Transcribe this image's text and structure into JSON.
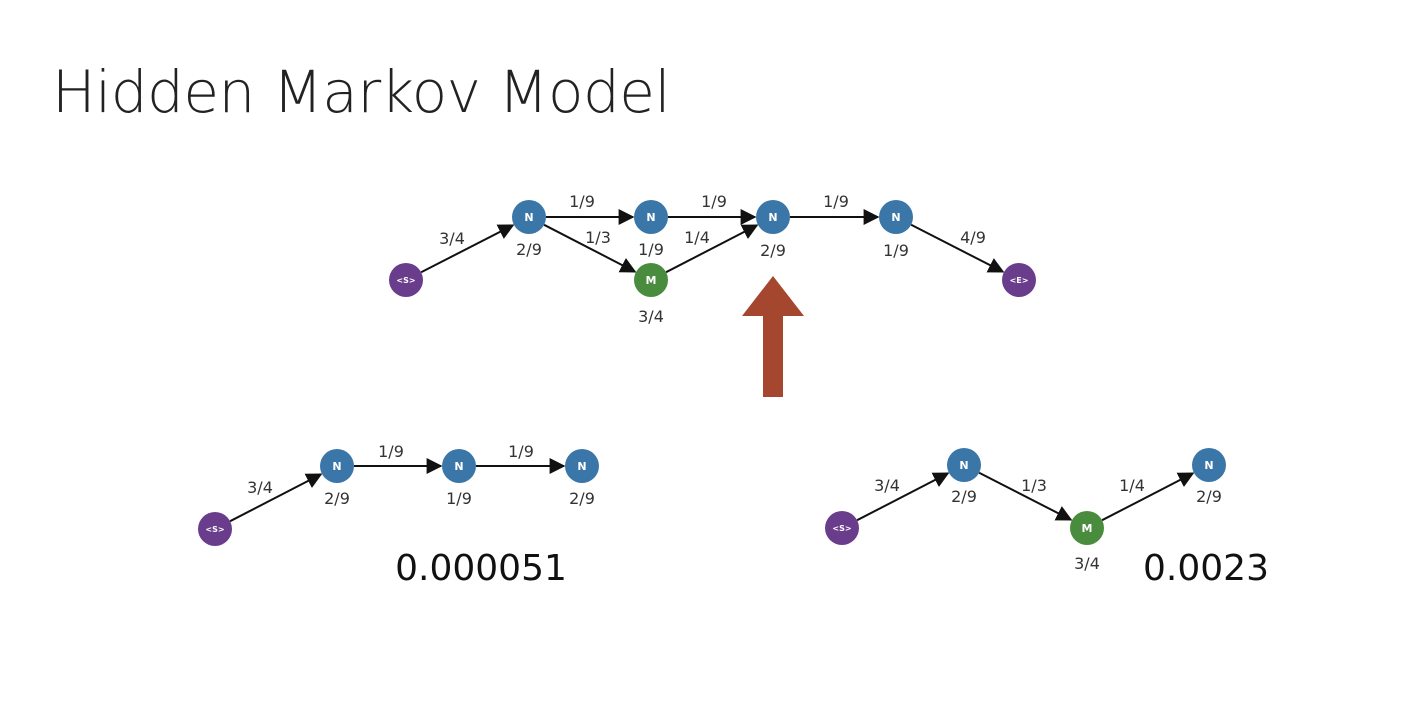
{
  "title": "Hidden Markov Model",
  "colors": {
    "N": "#3a76a8",
    "M": "#4a8c3d",
    "S": "#6a3d8c",
    "E": "#6a3d8c",
    "arrow": "#a5472e",
    "edge": "#111111"
  },
  "diagrams": [
    {
      "name": "full-trellis",
      "nodes": [
        {
          "id": "s",
          "label": "<S>"
        },
        {
          "id": "n1",
          "label": "N",
          "emit": "2/9"
        },
        {
          "id": "n2",
          "label": "N",
          "emit": "1/9"
        },
        {
          "id": "m1",
          "label": "M",
          "emit": "3/4"
        },
        {
          "id": "n3",
          "label": "N",
          "emit": "2/9"
        },
        {
          "id": "n4",
          "label": "N",
          "emit": "1/9"
        },
        {
          "id": "e",
          "label": "<E>"
        }
      ],
      "edges": [
        {
          "from": "s",
          "to": "n1",
          "label": "3/4"
        },
        {
          "from": "n1",
          "to": "n2",
          "label": "1/9"
        },
        {
          "from": "n1",
          "to": "m1",
          "label": "1/3"
        },
        {
          "from": "n2",
          "to": "n3",
          "label": "1/9"
        },
        {
          "from": "m1",
          "to": "n3",
          "label": "1/4"
        },
        {
          "from": "n3",
          "to": "n4",
          "label": "1/9"
        },
        {
          "from": "n4",
          "to": "e",
          "label": "4/9"
        }
      ]
    },
    {
      "name": "path-n-n-n",
      "nodes": [
        {
          "id": "s",
          "label": "<S>"
        },
        {
          "id": "n1",
          "label": "N",
          "emit": "2/9"
        },
        {
          "id": "n2",
          "label": "N",
          "emit": "1/9"
        },
        {
          "id": "n3",
          "label": "N",
          "emit": "2/9"
        }
      ],
      "edges": [
        {
          "from": "s",
          "to": "n1",
          "label": "3/4"
        },
        {
          "from": "n1",
          "to": "n2",
          "label": "1/9"
        },
        {
          "from": "n2",
          "to": "n3",
          "label": "1/9"
        }
      ],
      "score": "0.000051"
    },
    {
      "name": "path-n-m-n",
      "nodes": [
        {
          "id": "s",
          "label": "<S>"
        },
        {
          "id": "n1",
          "label": "N",
          "emit": "2/9"
        },
        {
          "id": "m1",
          "label": "M",
          "emit": "3/4"
        },
        {
          "id": "n2",
          "label": "N",
          "emit": "2/9"
        }
      ],
      "edges": [
        {
          "from": "s",
          "to": "n1",
          "label": "3/4"
        },
        {
          "from": "n1",
          "to": "m1",
          "label": "1/3"
        },
        {
          "from": "m1",
          "to": "n2",
          "label": "1/4"
        }
      ],
      "score": "0.0023"
    }
  ]
}
